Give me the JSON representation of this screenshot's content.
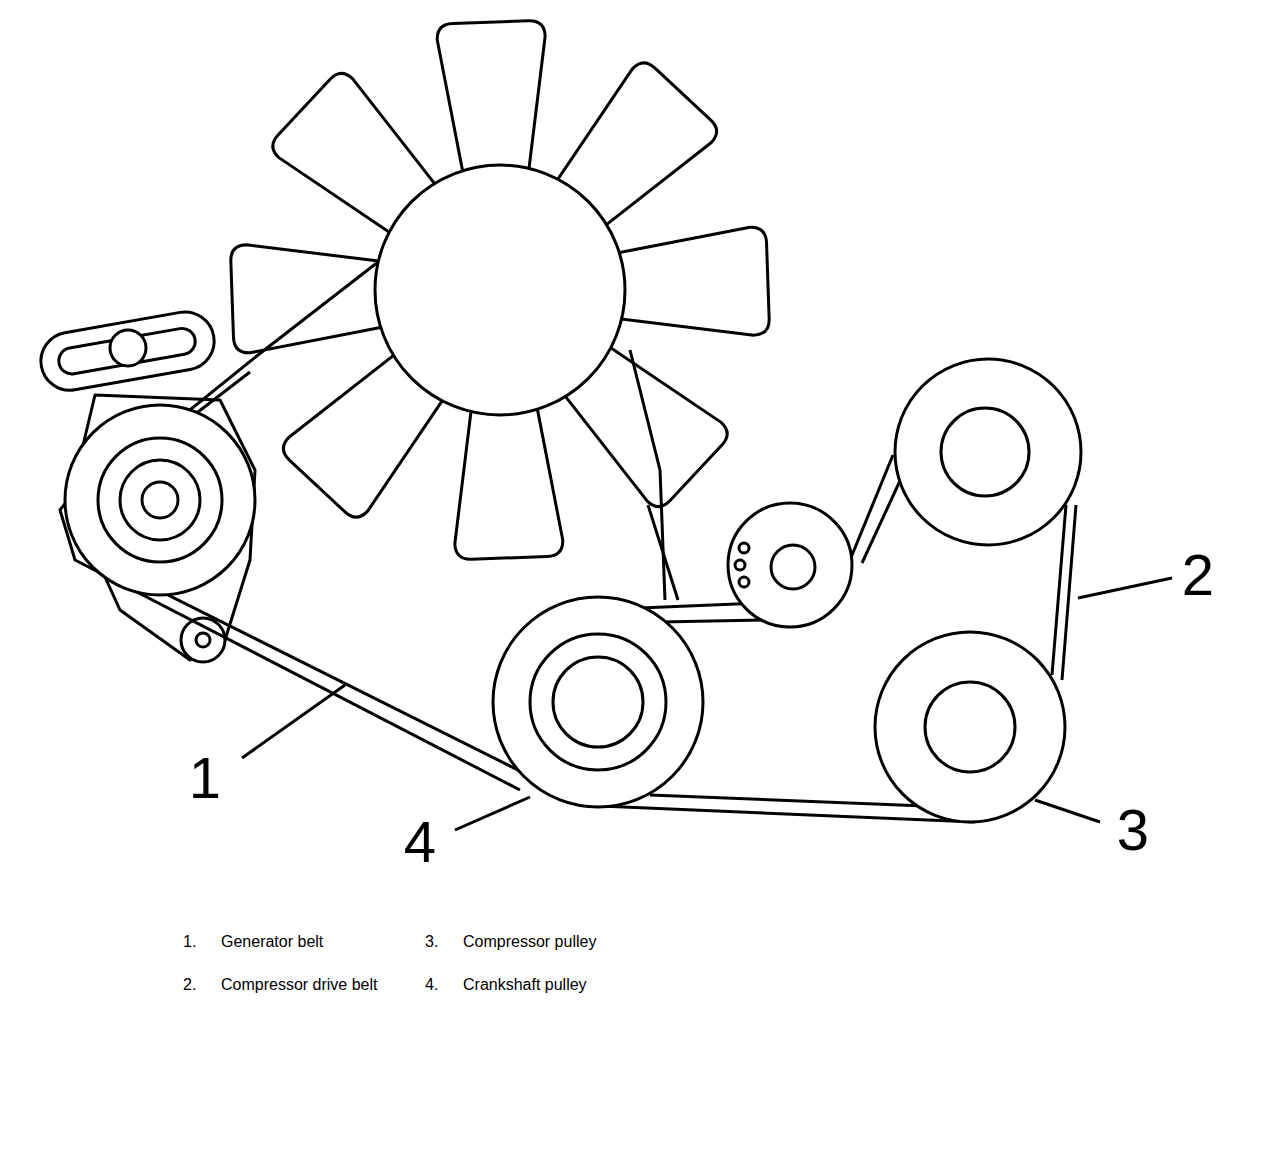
{
  "diagram": {
    "labels": [
      "1",
      "2",
      "3",
      "4",
      "1.",
      "Generator belt",
      "3.",
      "Compressor pulley",
      "2.",
      "Compressor drive belt",
      "4.",
      "Crankshaft pulley"
    ]
  }
}
